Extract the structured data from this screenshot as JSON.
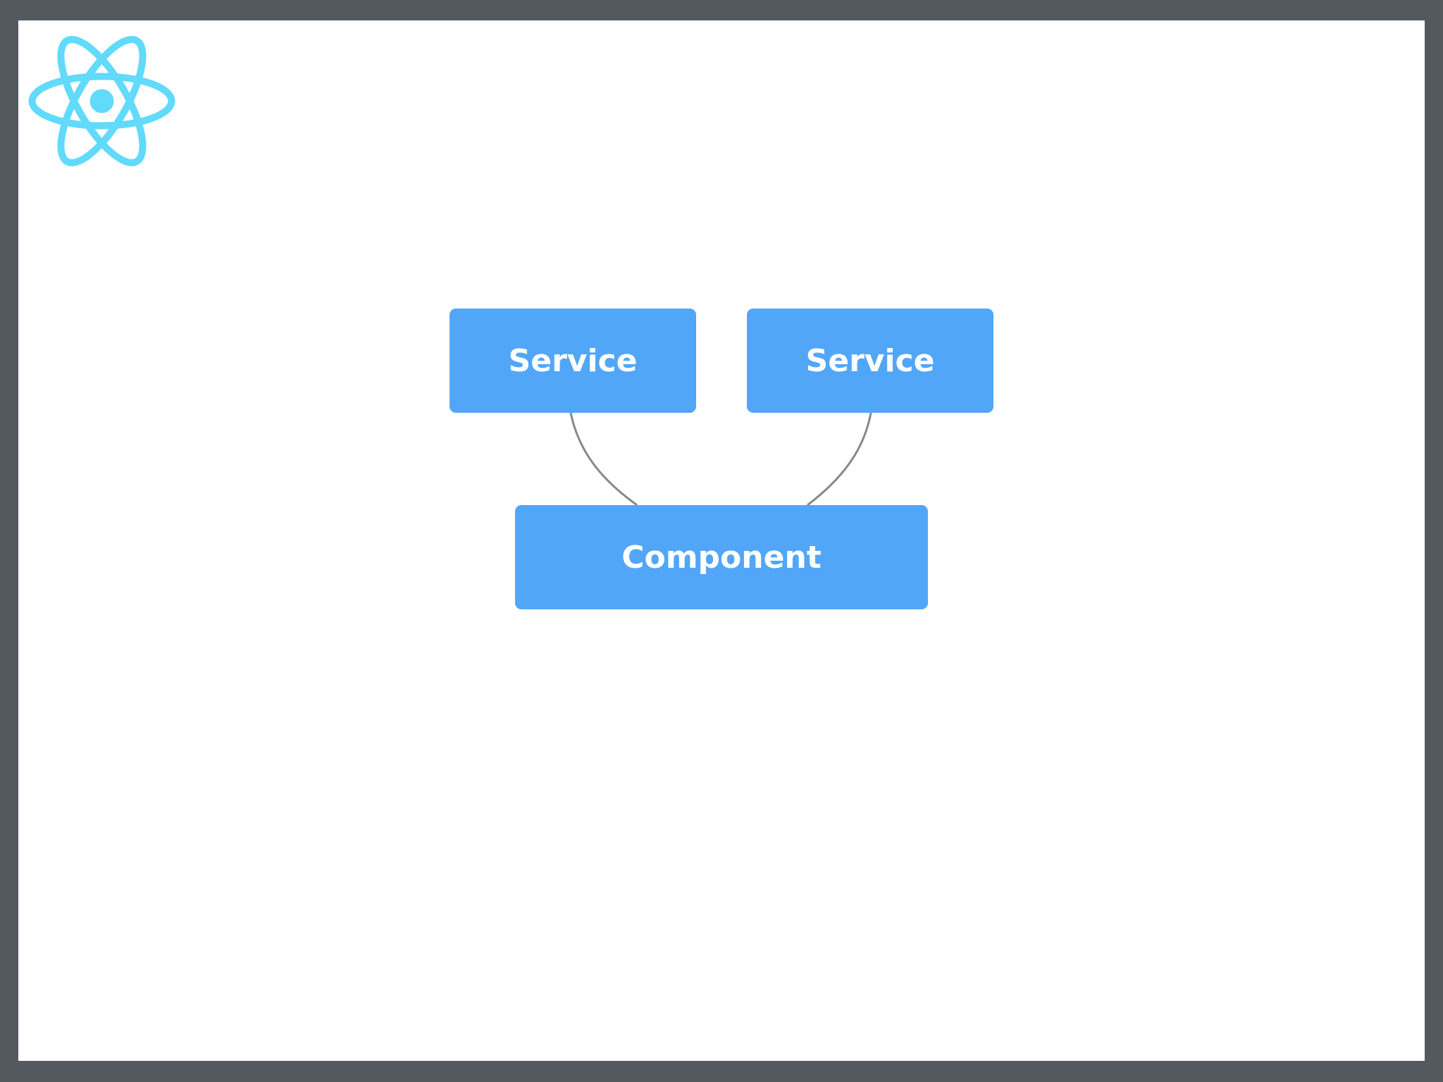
{
  "diagram": {
    "nodes": [
      {
        "id": "service-1",
        "label": "Service"
      },
      {
        "id": "service-2",
        "label": "Service"
      },
      {
        "id": "component",
        "label": "Component"
      }
    ],
    "edges": [
      {
        "from": "service-1",
        "to": "component"
      },
      {
        "from": "service-2",
        "to": "component"
      }
    ]
  },
  "colors": {
    "frame": "#53595e",
    "node_fill": "#52a6f8",
    "node_text": "#ffffff",
    "edge": "#888888",
    "logo": "#61dafb"
  },
  "icons": {
    "logo": "react-atom-icon"
  }
}
